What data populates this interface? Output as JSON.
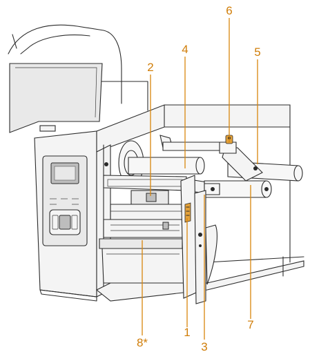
{
  "callouts": {
    "c1": "1",
    "c2": "2",
    "c3": "3",
    "c4": "4",
    "c5": "5",
    "c6": "6",
    "c7": "7",
    "c8": "8*"
  },
  "colors": {
    "callout": "#d07d08",
    "line": "#2a2a2a",
    "background": "#ffffff"
  }
}
